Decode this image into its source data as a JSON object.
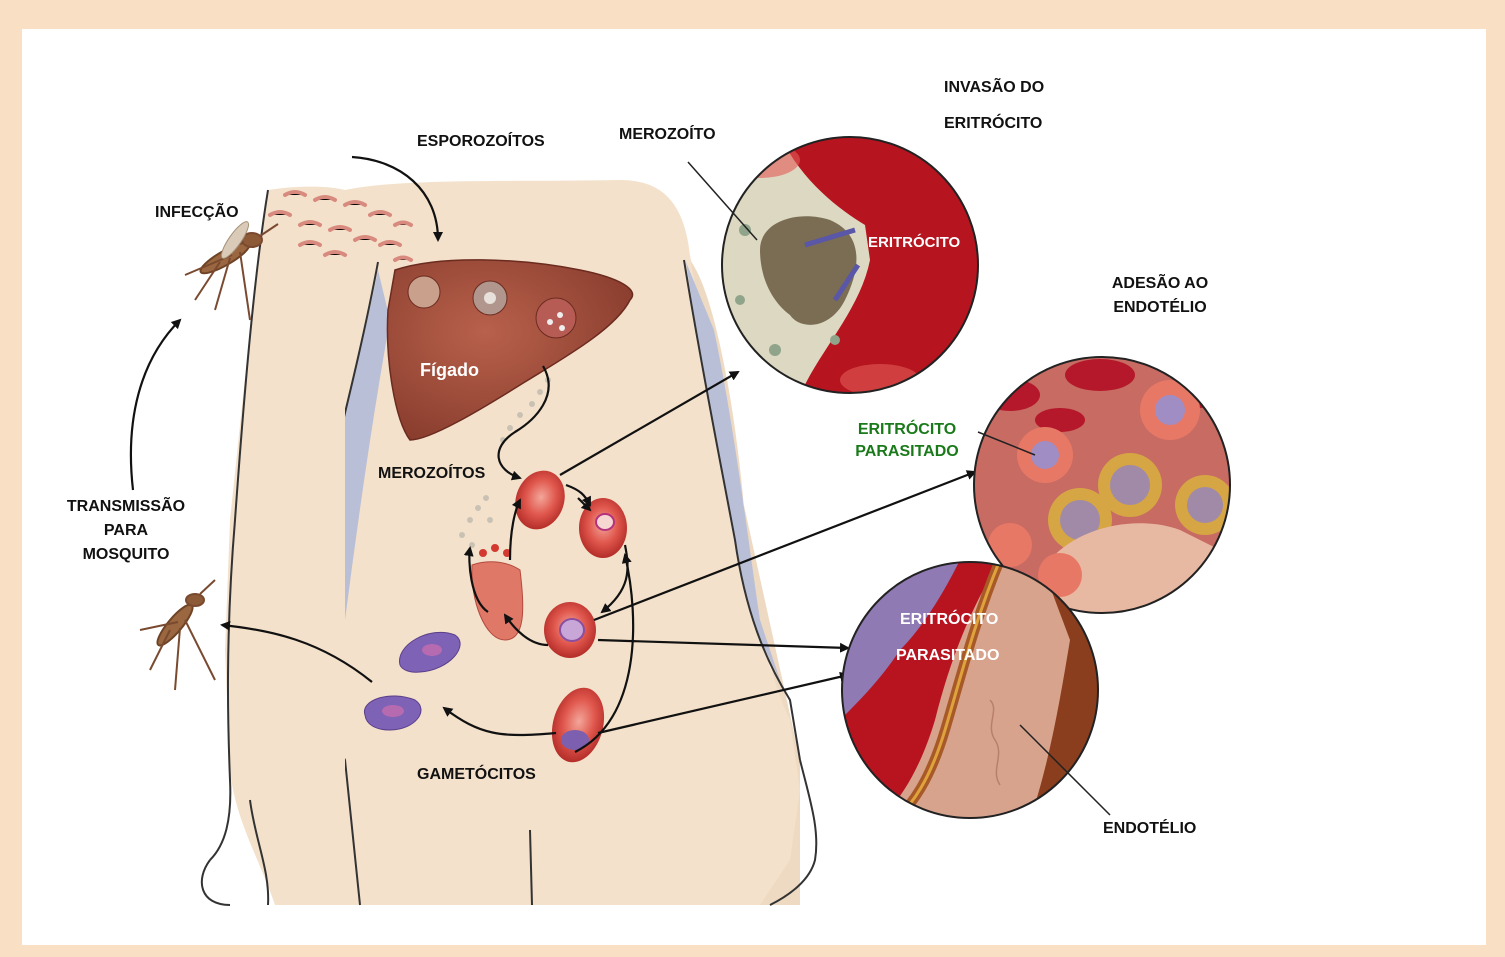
{
  "labels": {
    "esporozoitos": "ESPOROZOÍTOS",
    "infeccao": "INFECÇÃO",
    "figado": "Fígado",
    "merozoitos": "MEROZOÍTOS",
    "transmissao_1": "TRANSMISSÃO",
    "transmissao_2": "PARA",
    "transmissao_3": "MOSQUITO",
    "gametocitos": "GAMETÓCITOS",
    "merozoito": "MEROZOÍTO",
    "invasao_1": "INVASÃO DO",
    "invasao_2": "ERITRÓCITO",
    "eritrocito": "ERITRÓCITO",
    "adesao_1": "ADESÃO AO",
    "adesao_2": "ENDOTÉLIO",
    "parasitado_green_1": "ERITRÓCITO",
    "parasitado_green_2": "PARASITADO",
    "parasitado_white_1": "ERITRÓCITO",
    "parasitado_white_2": "PARASITADO",
    "endotelio": "ENDOTÉLIO"
  },
  "colors": {
    "background": "#f9dfc4",
    "skin": "#f2dfc8",
    "liver": "#9e4b3a",
    "blood_red": "#c4141f",
    "rbc": "#e2574c",
    "parasite": "#8a6fc0",
    "vein": "#b9bfd6",
    "green_label": "#1a7a1a"
  }
}
